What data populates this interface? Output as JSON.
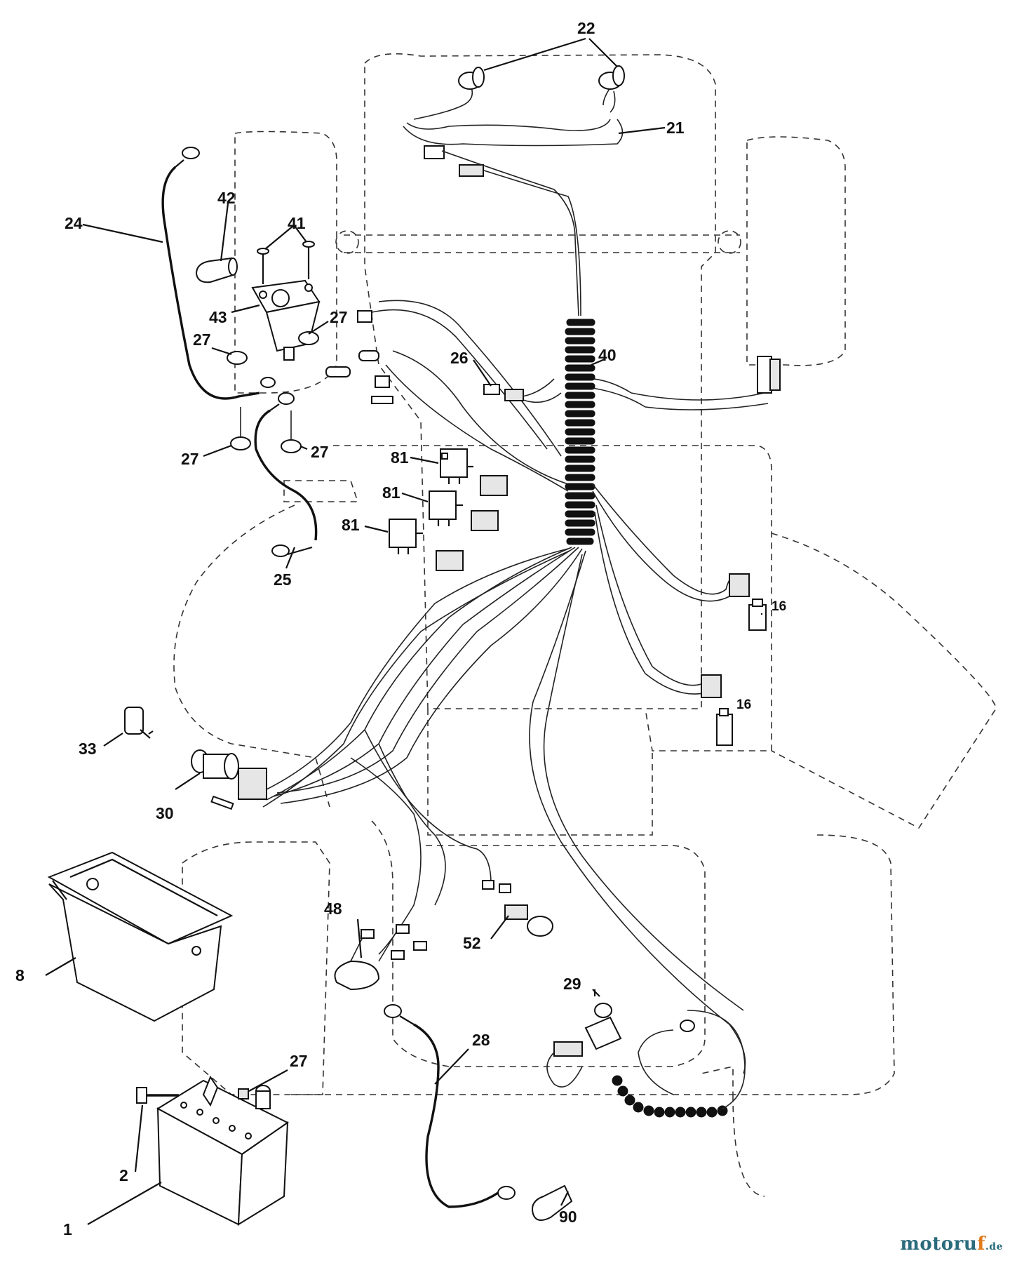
{
  "colors": {
    "ink": "#111111",
    "outline": "#333333",
    "watermark_main": "#2a6b7c",
    "watermark_accent": "#e07a1e"
  },
  "labels": {
    "l22": "22",
    "l21": "21",
    "l24": "24",
    "l42": "42",
    "l41": "41",
    "l43": "43",
    "l27a": "27",
    "l27b": "27",
    "l27c": "27",
    "l27d": "27",
    "l27e": "27",
    "l26": "26",
    "l40": "40",
    "l81a": "81",
    "l81b": "81",
    "l81c": "81",
    "l25": "25",
    "l16a": "16",
    "l16b": "16",
    "l33": "33",
    "l30": "30",
    "l48": "48",
    "l52": "52",
    "l8": "8",
    "l29": "29",
    "l28": "28",
    "l2": "2",
    "l1": "1",
    "l90": "90"
  },
  "watermark": {
    "main": "motoru",
    "accent": "f",
    "tld": ".de"
  }
}
